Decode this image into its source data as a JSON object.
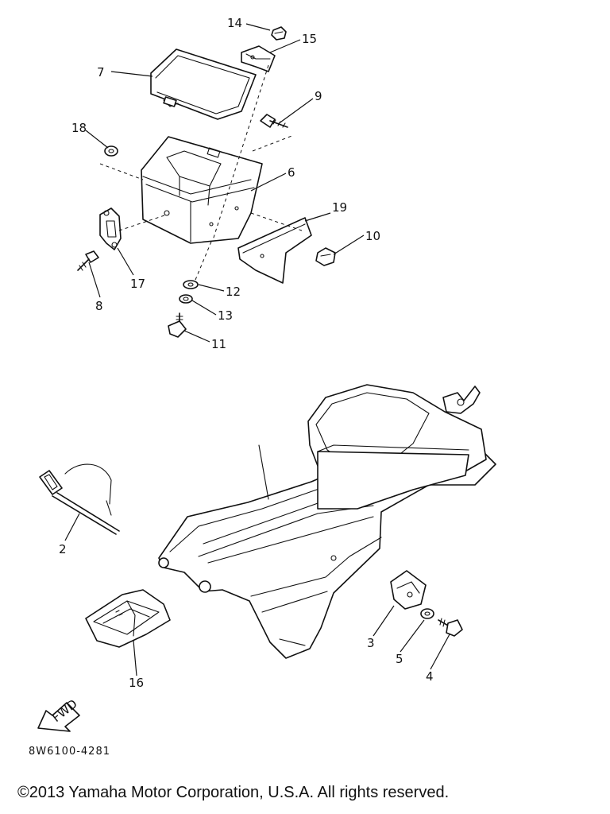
{
  "figure_code": "8W6100-4281",
  "copyright": "©2013 Yamaha Motor Corporation, U.S.A. All rights reserved.",
  "fwd_label": "FWD",
  "labels": {
    "p2": "2",
    "p3": "3",
    "p4": "4",
    "p5": "5",
    "p6": "6",
    "p7": "7",
    "p8": "8",
    "p9": "9",
    "p10": "10",
    "p11": "11",
    "p12": "12",
    "p13": "13",
    "p14": "14",
    "p15": "15",
    "p16": "16",
    "p17": "17",
    "p18": "18",
    "p19": "19"
  }
}
